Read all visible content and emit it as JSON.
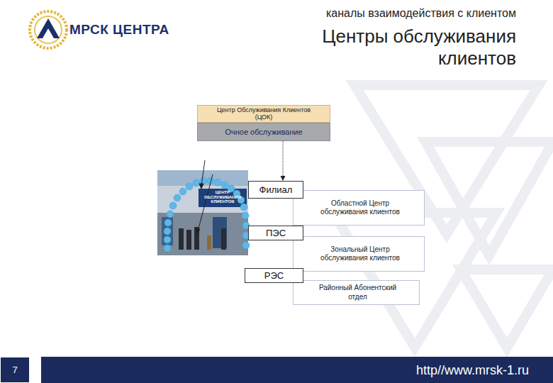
{
  "diagram": {
    "title": "Центры обслуживания клиентов",
    "nodes": [
      {
        "text": [
          "Центр Обслуживания Клиентов (ЦОК)"
        ]
      },
      {
        "text": [
          "Очное обслуживание"
        ]
      },
      {
        "text": [
          "Филиал"
        ]
      },
      {
        "text": [
          "Областной Центр обслуживания клиентов"
        ]
      },
      {
        "text": [
          "ПЭС"
        ]
      },
      {
        "text": [
          "Зональный Центр обслуживания клиентов"
        ]
      },
      {
        "text": [
          "РЭС"
        ]
      },
      {
        "text": [
          "Районный Абонентский отдел"
        ]
      }
    ],
    "edges": [
      {
        "from": 1,
        "to": 2,
        "arrow": "to"
      }
    ],
    "labels": [
      "каналы взаимодействия с клиентом",
      "МРСК ЦЕНТРА",
      "ЦЕНТР ОБСЛУЖИВАНИЯ КЛИЕНТОВ",
      "7",
      "http//www.mrsk-1.ru"
    ]
  }
}
